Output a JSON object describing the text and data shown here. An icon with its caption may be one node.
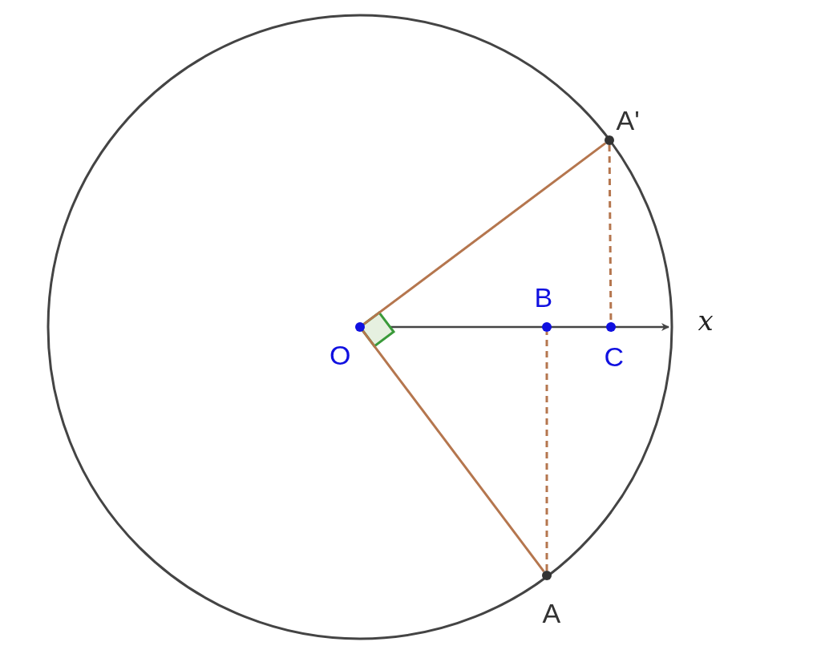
{
  "diagram": {
    "nodes": [
      {
        "text": [
          "O"
        ]
      },
      {
        "text": [
          "B"
        ]
      },
      {
        "text": [
          "C"
        ]
      },
      {
        "text": [
          "A'"
        ]
      },
      {
        "text": [
          "A"
        ]
      }
    ],
    "edges": [
      {
        "from": 0,
        "to": 3,
        "arrow": "none"
      },
      {
        "from": 0,
        "to": 4,
        "arrow": "none"
      },
      {
        "from": 3,
        "to": 2,
        "arrow": "none",
        "style": "dashed"
      },
      {
        "from": 4,
        "to": 1,
        "arrow": "none",
        "style": "dashed"
      }
    ],
    "labels": [
      "x"
    ]
  }
}
